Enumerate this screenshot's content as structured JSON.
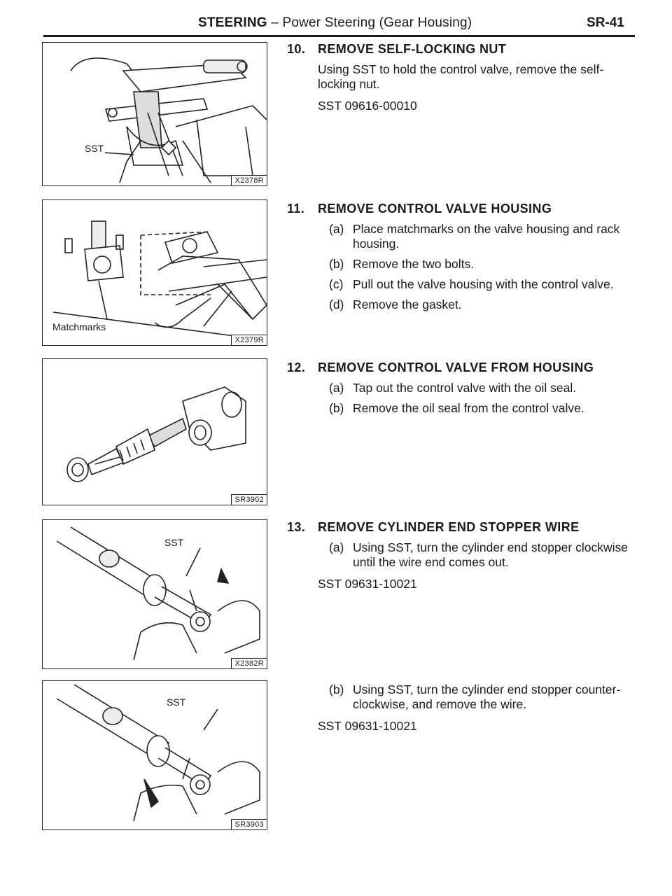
{
  "header": {
    "section": "STEERING",
    "subtitle": " – Power Steering (Gear Housing)",
    "page": "SR-41"
  },
  "figures": [
    {
      "code": "X2378R",
      "label": "SST"
    },
    {
      "code": "X2379R",
      "label": "Matchmarks"
    },
    {
      "code": "SR3902",
      "label": ""
    },
    {
      "code": "X2382R",
      "label": "SST"
    },
    {
      "code": "SR3903",
      "label": "SST"
    }
  ],
  "steps": [
    {
      "number": "10.",
      "title": "REMOVE SELF-LOCKING NUT",
      "paragraph": "Using SST to hold the control valve, remove the self-locking nut.",
      "sst": "SST 09616-00010"
    },
    {
      "number": "11.",
      "title": "REMOVE CONTROL VALVE HOUSING",
      "subs": [
        {
          "label": "(a)",
          "text": "Place matchmarks on the valve housing and rack housing."
        },
        {
          "label": "(b)",
          "text": "Remove the two bolts."
        },
        {
          "label": "(c)",
          "text": "Pull out the valve housing with the control valve."
        },
        {
          "label": "(d)",
          "text": "Remove the gasket."
        }
      ]
    },
    {
      "number": "12.",
      "title": "REMOVE CONTROL VALVE FROM HOUSING",
      "subs": [
        {
          "label": "(a)",
          "text": "Tap out the control valve with the oil seal."
        },
        {
          "label": "(b)",
          "text": "Remove the oil seal from the control valve."
        }
      ]
    },
    {
      "number": "13.",
      "title": "REMOVE CYLINDER END STOPPER WIRE",
      "subs": [
        {
          "label": "(a)",
          "text": "Using SST, turn the cylinder end stopper clockwise until the wire end comes out."
        }
      ],
      "sst": "SST 09631-10021",
      "subs2": [
        {
          "label": "(b)",
          "text": "Using SST, turn the cylinder end stopper counter-clockwise, and remove the wire."
        }
      ],
      "sst2": "SST 09631-10021"
    }
  ]
}
